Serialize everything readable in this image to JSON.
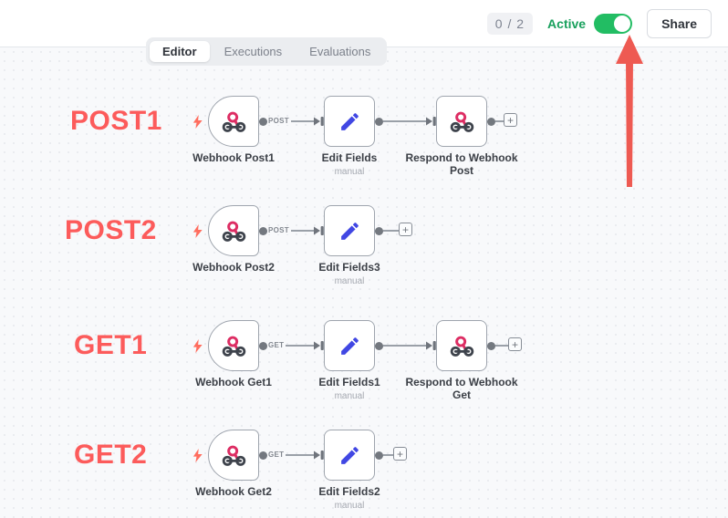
{
  "header": {
    "counter": "0 / 2",
    "active_label": "Active",
    "toggle_state": "on",
    "share_label": "Share"
  },
  "tabs": [
    {
      "label": "Editor",
      "active": true
    },
    {
      "label": "Executions",
      "active": false
    },
    {
      "label": "Evaluations",
      "active": false
    }
  ],
  "canvas": {
    "plus_label": "+"
  },
  "workflow": {
    "rows": [
      {
        "label": "POST1",
        "connection_label": "POST",
        "nodes": [
          {
            "name": "Webhook Post1",
            "type": "webhook-trigger",
            "icon": "webhook-icon"
          },
          {
            "name": "Edit Fields",
            "sub": "manual",
            "type": "edit-fields",
            "icon": "pencil-icon"
          },
          {
            "name": "Respond to Webhook Post",
            "type": "respond-to-webhook",
            "icon": "webhook-icon"
          }
        ]
      },
      {
        "label": "POST2",
        "connection_label": "POST",
        "nodes": [
          {
            "name": "Webhook Post2",
            "type": "webhook-trigger",
            "icon": "webhook-icon"
          },
          {
            "name": "Edit Fields3",
            "sub": "manual",
            "type": "edit-fields",
            "icon": "pencil-icon"
          }
        ]
      },
      {
        "label": "GET1",
        "connection_label": "GET",
        "nodes": [
          {
            "name": "Webhook Get1",
            "type": "webhook-trigger",
            "icon": "webhook-icon"
          },
          {
            "name": "Edit Fields1",
            "sub": "manual",
            "type": "edit-fields",
            "icon": "pencil-icon"
          },
          {
            "name": "Respond to Webhook Get",
            "type": "respond-to-webhook",
            "icon": "webhook-icon"
          }
        ]
      },
      {
        "label": "GET2",
        "connection_label": "GET",
        "nodes": [
          {
            "name": "Webhook Get2",
            "type": "webhook-trigger",
            "icon": "webhook-icon"
          },
          {
            "name": "Edit Fields2",
            "sub": "manual",
            "type": "edit-fields",
            "icon": "pencil-icon"
          }
        ]
      }
    ]
  },
  "colors": {
    "row_label_red": "#fc5b5b",
    "annotation_arrow_red": "#ee5a52",
    "active_green": "#18a05c",
    "toggle_green": "#22bd63",
    "webhook_pink": "#dd2d63",
    "icon_dark": "#3e434c",
    "pencil_blue": "#4147e3",
    "lightning_coral": "#ff6d5e"
  }
}
